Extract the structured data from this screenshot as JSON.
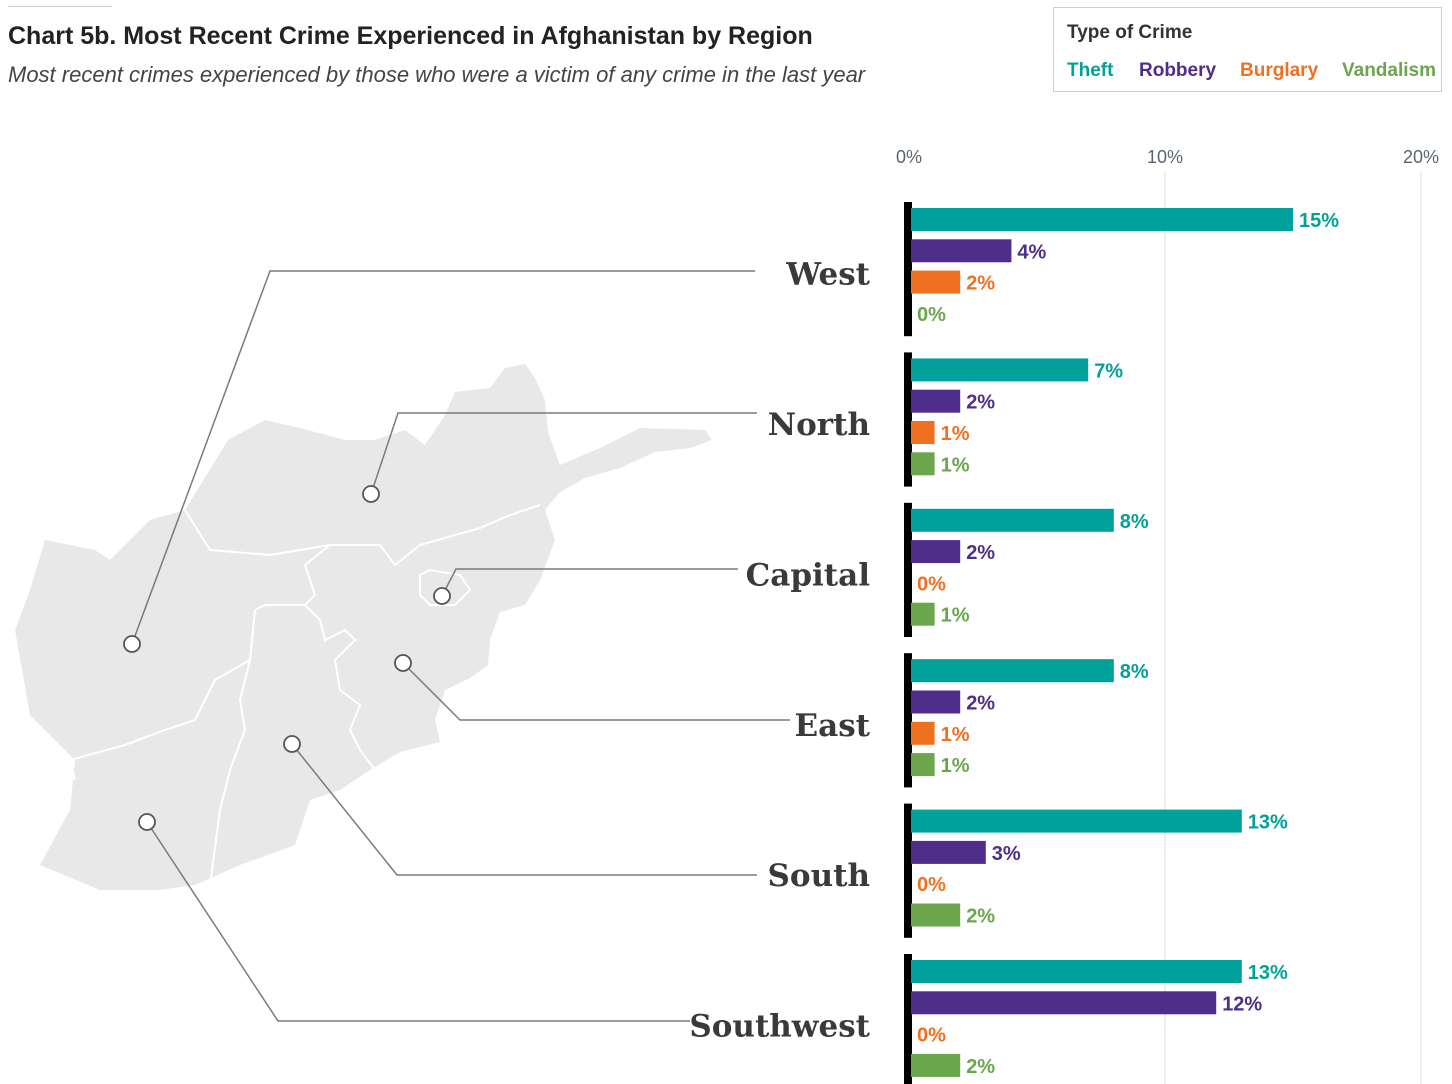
{
  "header": {
    "title": "Chart 5b. Most Recent Crime Experienced in Afghanistan by Region",
    "subtitle": "Most recent crimes experienced by those who were a victim of any crime in the last year"
  },
  "legend": {
    "title": "Type of Crime",
    "items": [
      {
        "label": "Theft",
        "color": "#00a19a"
      },
      {
        "label": "Robbery",
        "color": "#4f2d8a"
      },
      {
        "label": "Burglary",
        "color": "#f07021"
      },
      {
        "label": "Vandalism",
        "color": "#6ba54c"
      }
    ]
  },
  "chart_data": {
    "type": "bar",
    "orientation": "horizontal",
    "categories": [
      "West",
      "North",
      "Capital",
      "East",
      "South",
      "Southwest"
    ],
    "series": [
      {
        "name": "Theft",
        "color": "#00a19a",
        "values": [
          15,
          7,
          8,
          8,
          13,
          13
        ]
      },
      {
        "name": "Robbery",
        "color": "#4f2d8a",
        "values": [
          4,
          2,
          2,
          2,
          3,
          12
        ]
      },
      {
        "name": "Burglary",
        "color": "#f07021",
        "values": [
          2,
          1,
          0,
          1,
          0,
          0
        ]
      },
      {
        "name": "Vandalism",
        "color": "#6ba54c",
        "values": [
          0,
          1,
          1,
          1,
          2,
          2
        ]
      }
    ],
    "value_labels": [
      [
        "15%",
        "4%",
        "2%",
        "0%"
      ],
      [
        "7%",
        "2%",
        "1%",
        "1%"
      ],
      [
        "8%",
        "2%",
        "0%",
        "1%"
      ],
      [
        "8%",
        "2%",
        "1%",
        "1%"
      ],
      [
        "13%",
        "3%",
        "0%",
        "2%"
      ],
      [
        "13%",
        "12%",
        "0%",
        "2%"
      ]
    ],
    "xlim": [
      0,
      20
    ],
    "x_ticks": [
      0,
      10,
      20
    ],
    "x_tick_labels": [
      "0%",
      "10%",
      "20%"
    ],
    "grid": true,
    "legend_position": "top-right",
    "map_regions": [
      "West",
      "North",
      "Capital",
      "East",
      "South",
      "Southwest"
    ]
  }
}
